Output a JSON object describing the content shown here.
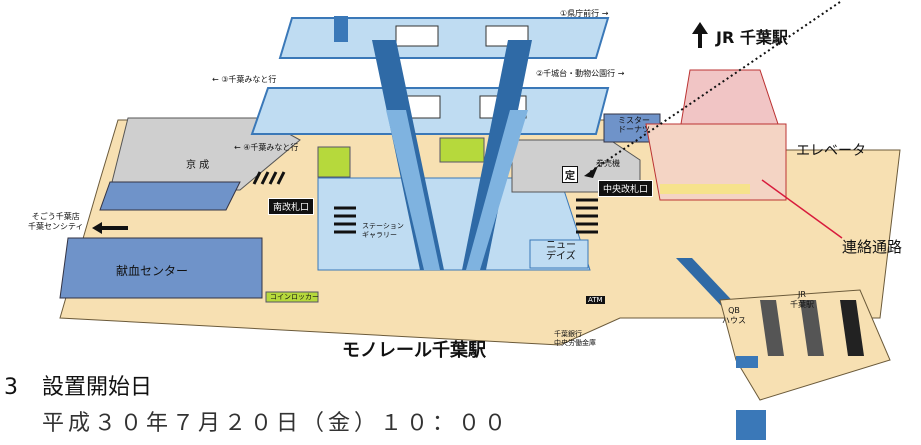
{
  "map": {
    "platform_top": "①県庁前行 →",
    "platform_2": "②千城台・動物公園行 →",
    "platform_3": "← ③千葉みなと行",
    "platform_4": "← ④千葉みなと行",
    "jr_chiba_station": "JR 千葉駅",
    "keisei": "京 成",
    "misuta_donut": "ミスター\nドーナツ",
    "ticket_machine": "券売機",
    "teikiken": "定",
    "central_gate": "中央改札口",
    "south_gate": "南改札口",
    "elevator": "エレベータ",
    "connecting_passage": "連絡通路",
    "sogo_chiba": "そごう千葉店\n千葉センシティ",
    "station_gallery": "ステーション\nギャラリー",
    "new_days": "ニュー\nデイズ",
    "blood_center": "献血センター",
    "coin_locker": "コインロッカー",
    "atm": "ATM",
    "chiba_bank": "千葉銀行\n中央労働金庫",
    "monorail_chiba_station": "モノレール千葉駅",
    "qb_house": "QB\nハウス",
    "jr_chiba_station_small": "JR\n千葉駅"
  },
  "section": {
    "number": "3",
    "title": "設置開始日",
    "date": "平成３０年７月２０日（金）１０：００"
  },
  "colors": {
    "concourse": "#f7e0b2",
    "platform": "#bfdcf2",
    "platform_edge": "#3a78b8",
    "gray_block": "#cfcfcf",
    "dark_blue": "#6f93c9",
    "green": "#b6d93c",
    "pink_structure": "#f1c5c5",
    "red_line": "#d81b3c"
  }
}
